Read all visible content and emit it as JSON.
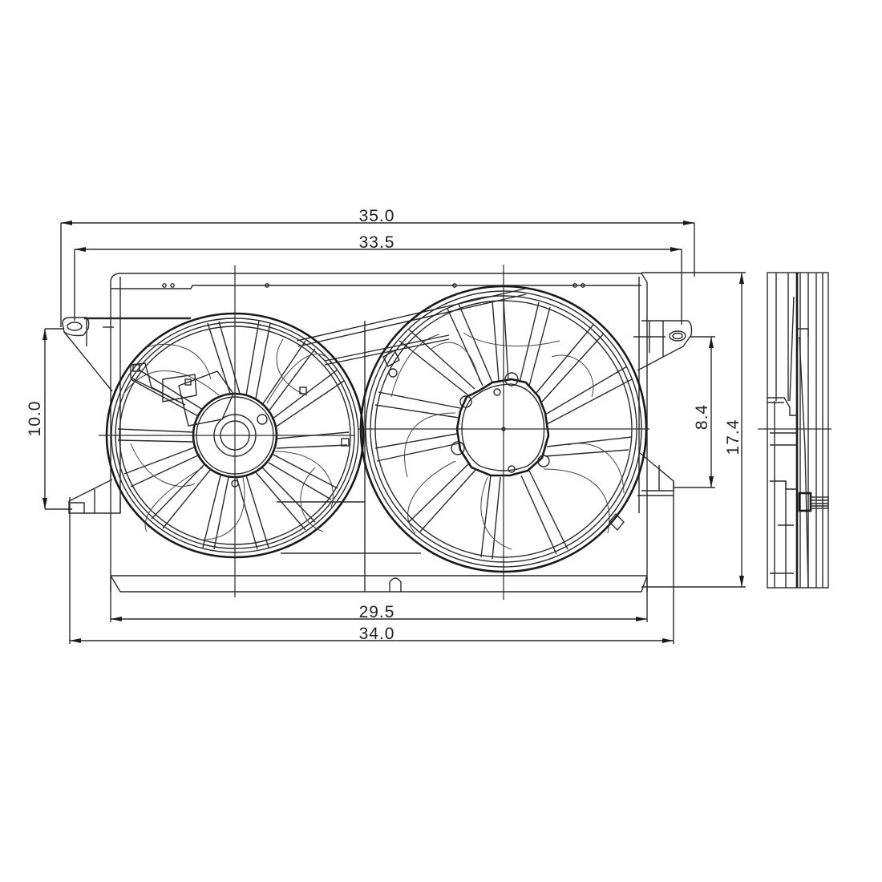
{
  "drawing": {
    "subject": "Dual radiator cooling fan assembly",
    "line_color": "#2a2a2a",
    "background": "#ffffff"
  },
  "dimensions": {
    "overall_width_top": "35.0",
    "mount_hole_spacing_top": "33.5",
    "shroud_width_bottom": "29.5",
    "overall_width_bottom": "34.0",
    "left_mount_height": "10.0",
    "right_mount_height": "8.4",
    "overall_height": "17.4"
  },
  "views": [
    {
      "name": "front-view",
      "fans": 2
    },
    {
      "name": "side-view"
    }
  ]
}
